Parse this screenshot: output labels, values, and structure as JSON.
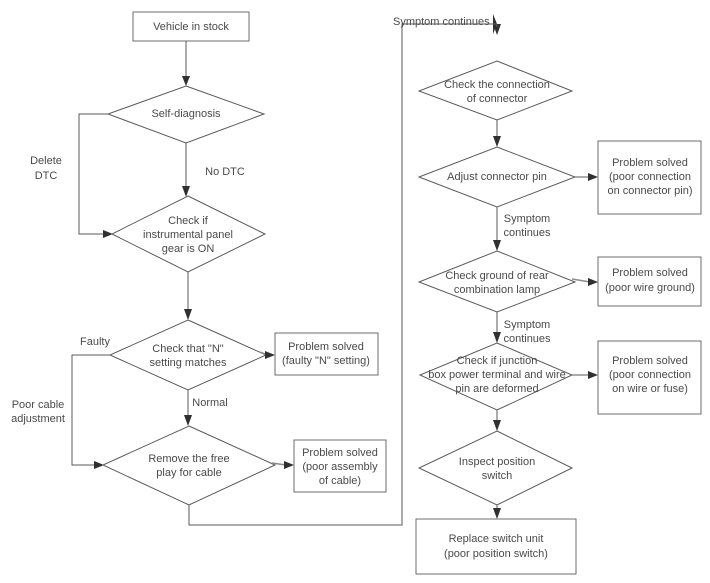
{
  "diagram": {
    "title": "Vehicle position switch / gear indication troubleshooting flowchart",
    "type": "flowchart",
    "colors": {
      "background": "#ffffff",
      "shape_stroke": "#5a5a5a",
      "box_stroke": "#6e6e6e",
      "text": "#4a4a4a",
      "arrow": "#303030",
      "grey_connector": "#8c8c8c"
    },
    "nodes": {
      "start": {
        "shape": "rect",
        "label": "Vehicle in stock"
      },
      "self_diagnosis": {
        "shape": "diamond",
        "label": "Self-diagnosis"
      },
      "check_panel": {
        "shape": "diamond",
        "label_line1": "Check if",
        "label_line2": "instrumental panel",
        "label_line3": "gear is ON"
      },
      "check_n": {
        "shape": "diamond",
        "label_line1": "Check that \"N\"",
        "label_line2": "setting matches"
      },
      "solved_n": {
        "shape": "rect",
        "label_line1": "Problem solved",
        "label_line2": "(faulty \"N\" setting)"
      },
      "remove_free_play": {
        "shape": "diamond",
        "label_line1": "Remove the free",
        "label_line2": "play for cable"
      },
      "solved_cable": {
        "shape": "rect",
        "label_line1": "Problem solved",
        "label_line2": "(poor assembly",
        "label_line3": "of cable)"
      },
      "check_connector": {
        "shape": "diamond",
        "label_line1": "Check the connection",
        "label_line2": "of connector"
      },
      "adjust_pin": {
        "shape": "diamond",
        "label": "Adjust connector pin"
      },
      "solved_pin": {
        "shape": "rect",
        "label_line1": "Problem solved",
        "label_line2": "(poor connection",
        "label_line3": "on connector pin)"
      },
      "check_ground": {
        "shape": "diamond",
        "label_line1": "Check ground of rear",
        "label_line2": "combination lamp"
      },
      "solved_ground": {
        "shape": "rect",
        "label_line1": "Problem solved",
        "label_line2": "(poor wire ground)"
      },
      "check_junction": {
        "shape": "diamond",
        "label_line1": "Check if junction",
        "label_line2": "box power terminal and wire",
        "label_line3": "pin are deformed"
      },
      "solved_wire": {
        "shape": "rect",
        "label_line1": "Problem solved",
        "label_line2": "(poor connection",
        "label_line3": "on wire or fuse)"
      },
      "inspect_switch": {
        "shape": "diamond",
        "label_line1": "Inspect position",
        "label_line2": "switch"
      },
      "replace_switch": {
        "shape": "rect",
        "label_line1": "Replace switch unit",
        "label_line2": "(poor position switch)"
      }
    },
    "edge_labels": {
      "delete_dtc_line1": "Delete",
      "delete_dtc_line2": "DTC",
      "no_dtc": "No DTC",
      "faulty": "Faulty",
      "normal": "Normal",
      "poor_cable_line1": "Poor cable",
      "poor_cable_line2": "adjustment",
      "symptom_continues_top": "Symptom continues",
      "symptom_continues_1_line1": "Symptom",
      "symptom_continues_1_line2": "continues",
      "symptom_continues_2_line1": "Symptom",
      "symptom_continues_2_line2": "continues"
    }
  }
}
